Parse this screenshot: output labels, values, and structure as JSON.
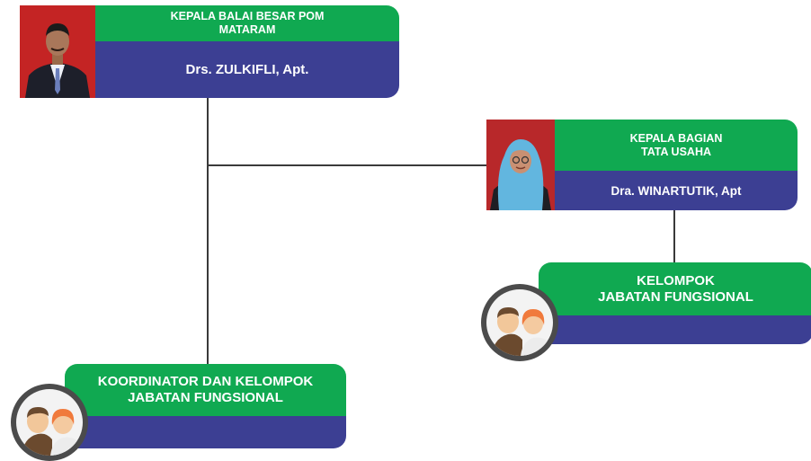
{
  "colors": {
    "green": "#10a951",
    "blue": "#3c3f93",
    "connector": "#3a3a3a"
  },
  "head": {
    "title": "KEPALA BALAI BESAR POM\nMATARAM",
    "name": "Drs. ZULKIFLI, Apt.",
    "photo": "male-official-portrait"
  },
  "admin": {
    "title": "KEPALA BAGIAN\nTATA USAHA",
    "name": "Dra. WINARTUTIK, Apt",
    "photo": "female-official-portrait-hijab"
  },
  "group_right": {
    "title": "KELOMPOK\nJABATAN FUNGSIONAL",
    "icon": "people-group-icon"
  },
  "group_left": {
    "title": "KOORDINATOR DAN KELOMPOK\nJABATAN FUNGSIONAL",
    "icon": "people-group-icon"
  }
}
